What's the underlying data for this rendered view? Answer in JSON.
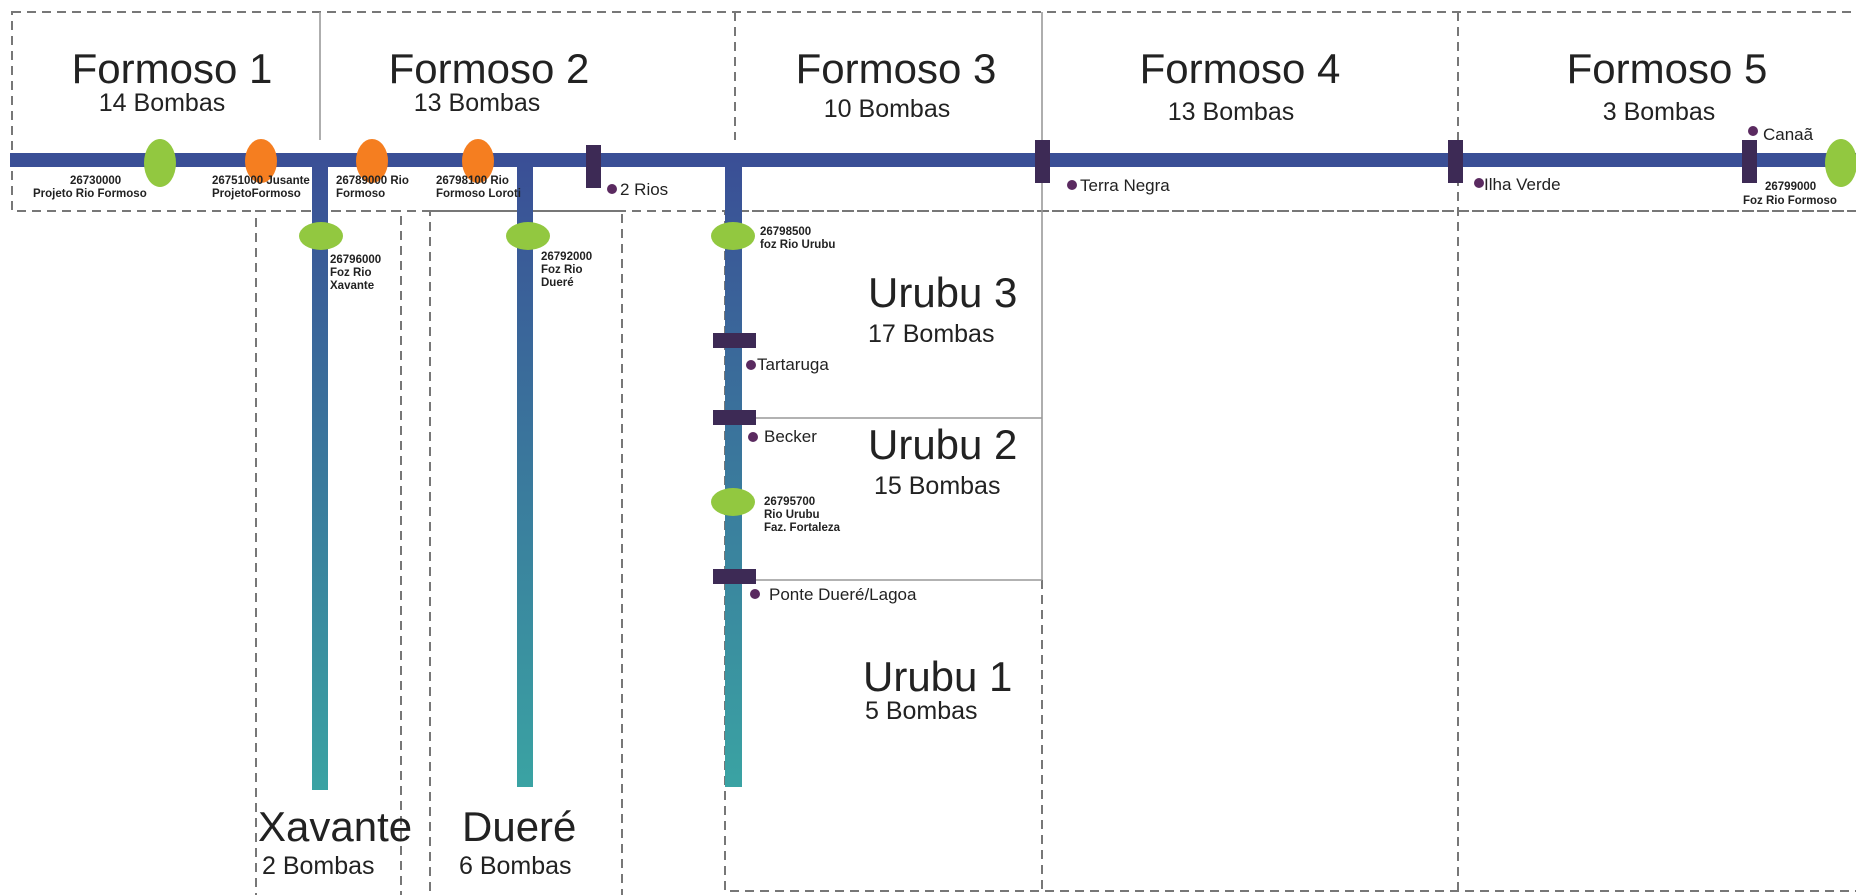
{
  "colors": {
    "river_blue": "#3a4f96",
    "river_teal": "#3aa3a3",
    "station_green": "#92c840",
    "station_orange": "#f57e20",
    "marker": "#3d2a55",
    "dot": "#5a2a60"
  },
  "sectors": [
    {
      "name": "Formoso 1",
      "count": "14 Bombas"
    },
    {
      "name": "Formoso 2",
      "count": "13 Bombas"
    },
    {
      "name": "Formoso 3",
      "count": "10 Bombas"
    },
    {
      "name": "Formoso 4",
      "count": "13 Bombas"
    },
    {
      "name": "Formoso 5",
      "count": "3 Bombas"
    }
  ],
  "tributaries": [
    {
      "name": "Xavante",
      "count": "2 Bombas"
    },
    {
      "name": "Dueré",
      "count": "6 Bombas"
    },
    {
      "name": "Urubu 3",
      "count": "17 Bombas"
    },
    {
      "name": "Urubu 2",
      "count": "15 Bombas"
    },
    {
      "name": "Urubu 1",
      "count": "5 Bombas"
    }
  ],
  "places": [
    {
      "name": "2 Rios"
    },
    {
      "name": "Terra Negra"
    },
    {
      "name": "Ilha Verde"
    },
    {
      "name": "Canaã"
    },
    {
      "name": "Tartaruga"
    },
    {
      "name": "Becker"
    },
    {
      "name": "Ponte Dueré/Lagoa"
    }
  ],
  "stations": [
    {
      "lines": [
        "26730000",
        "Projeto Rio Formoso"
      ],
      "color": "green"
    },
    {
      "lines": [
        "26751000 Jusante",
        "ProjetoFormoso"
      ],
      "color": "orange"
    },
    {
      "lines": [
        "26789000 Rio",
        "Formoso"
      ],
      "color": "orange"
    },
    {
      "lines": [
        "26798100 Rio",
        "Formoso Loroti"
      ],
      "color": "orange"
    },
    {
      "lines": [
        "26799000",
        "Foz Rio Formoso"
      ],
      "color": "green"
    },
    {
      "lines": [
        "26796000",
        "Foz Rio",
        "Xavante"
      ],
      "color": "green"
    },
    {
      "lines": [
        "26792000",
        "Foz Rio",
        "Dueré"
      ],
      "color": "green"
    },
    {
      "lines": [
        "26798500",
        "foz Rio Urubu"
      ],
      "color": "green"
    },
    {
      "lines": [
        "26795700",
        "Rio Urubu",
        "Faz. Fortaleza"
      ],
      "color": "green"
    }
  ]
}
